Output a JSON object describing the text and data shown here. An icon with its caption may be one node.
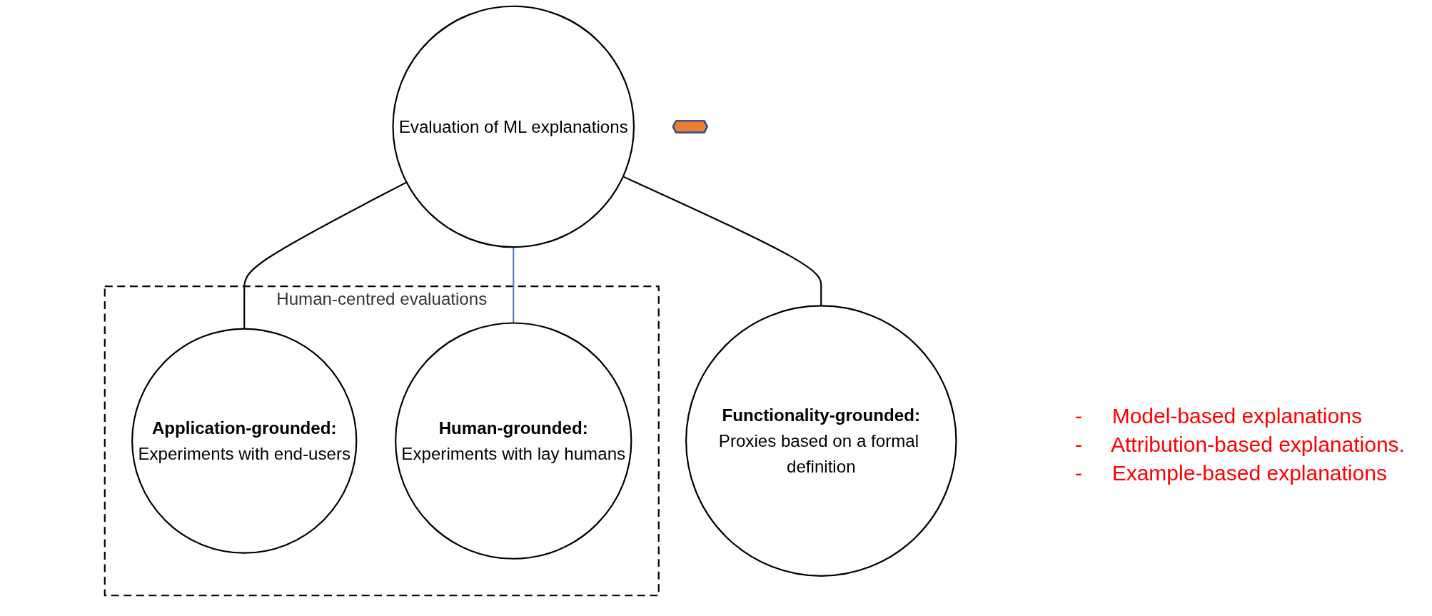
{
  "diagram": {
    "nodes": [
      {
        "text": [
          "Evaluation of ML explanations"
        ]
      },
      {
        "text": [
          "Human-centred evaluations"
        ]
      },
      {
        "text": [
          "Application-grounded:",
          "Experiments with end-users"
        ],
        "in": 1
      },
      {
        "text": [
          "Human-grounded:",
          "Experiments with lay humans"
        ],
        "in": 1
      },
      {
        "text": [
          "Functionality-grounded:",
          "Proxies based on a formal definition"
        ]
      },
      {
        "text": [],
        "shape": "star"
      }
    ],
    "edges": [
      {
        "from": 0,
        "to": 2,
        "arrow": "none"
      },
      {
        "from": 0,
        "to": 3,
        "arrow": "none",
        "color": "#5b7fbf"
      },
      {
        "from": 0,
        "to": 4,
        "arrow": "none"
      }
    ],
    "labels": [
      "-     Model-based explanations",
      "-     Attribution-based explanations.",
      "-     Example-based explanations"
    ]
  }
}
